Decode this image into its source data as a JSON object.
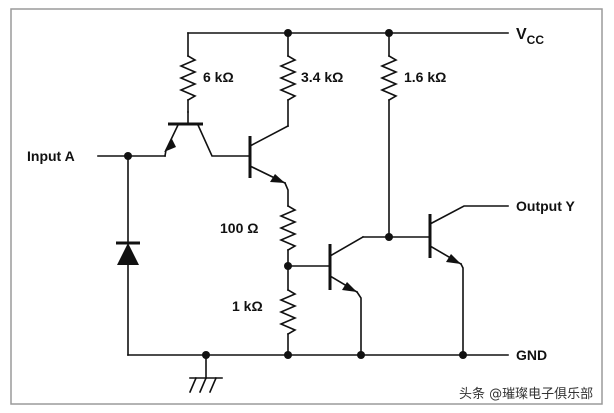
{
  "labels": {
    "vcc": "V",
    "vcc_sub": "CC",
    "input_a": "Input A",
    "output_y": "Output Y",
    "gnd": "GND",
    "r1": "6 kΩ",
    "r2": "3.4 kΩ",
    "r3": "1.6 kΩ",
    "r4": "100 Ω",
    "r5": "1 kΩ"
  },
  "watermark": "头条 @璀璨电子俱乐部",
  "colors": {
    "line": "#111111",
    "frame": "#9a9a9a",
    "background": "#ffffff"
  }
}
